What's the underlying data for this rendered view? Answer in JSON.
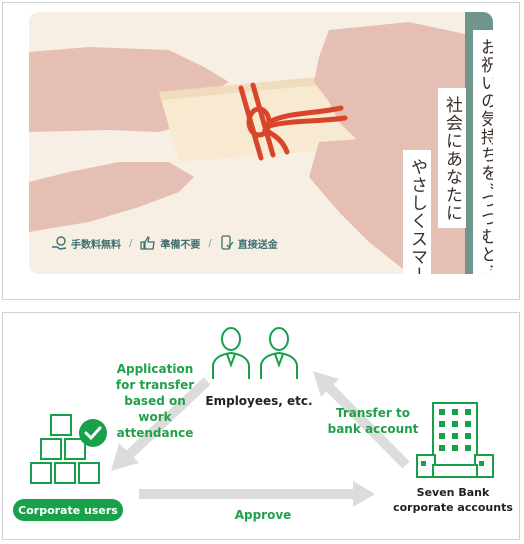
{
  "banner": {
    "vertical_lines": [
      "お祝いの気持ちを”つつむと“",
      "社会にあなたに",
      "やさしくスマート"
    ],
    "features": [
      {
        "label": "手数料無料",
        "icon": "coin-hand-icon"
      },
      {
        "label": "準備不要",
        "icon": "thumbs-up-icon"
      },
      {
        "label": "直接送金",
        "icon": "smartphone-check-icon"
      }
    ],
    "separator": "/"
  },
  "diagram": {
    "employees_label": "Employees, etc.",
    "application_label": "Application for transfer based on work attendance",
    "transfer_label": "Transfer to bank account",
    "corporate_users_label": "Corporate users",
    "approve_label": "Approve",
    "bank_label": "Seven Bank corporate accounts"
  },
  "colors": {
    "brand_green": "#19a04b",
    "label_green": "#21a04a",
    "arrow_gray": "#dcdcdc",
    "teal": "#6e968d",
    "cord_red": "#d8452a",
    "hand_pink": "#e6bfb4"
  }
}
